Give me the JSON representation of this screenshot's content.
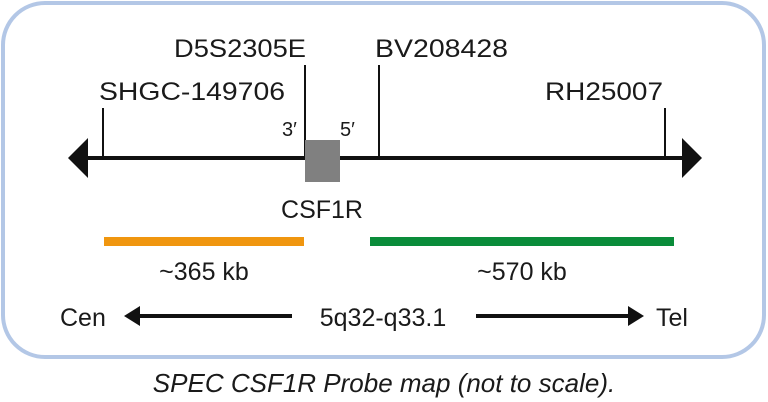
{
  "markers": {
    "shgc": "SHGC-149706",
    "d5s": "D5S2305E",
    "bv": "BV208428",
    "rh": "RH25007"
  },
  "gene": {
    "name": "CSF1R",
    "three_prime": "3′",
    "five_prime": "5′"
  },
  "probes": [
    {
      "label": "~365 kb",
      "color": "#f0960f"
    },
    {
      "label": "~570 kb",
      "color": "#0a8c3a"
    }
  ],
  "orientation": {
    "left": "Cen",
    "center": "5q32-q33.1",
    "right": "Tel"
  },
  "caption": "SPEC CSF1R Probe map (not to scale).",
  "colors": {
    "frame": "#b3c7e6",
    "gene_box": "#808080"
  }
}
